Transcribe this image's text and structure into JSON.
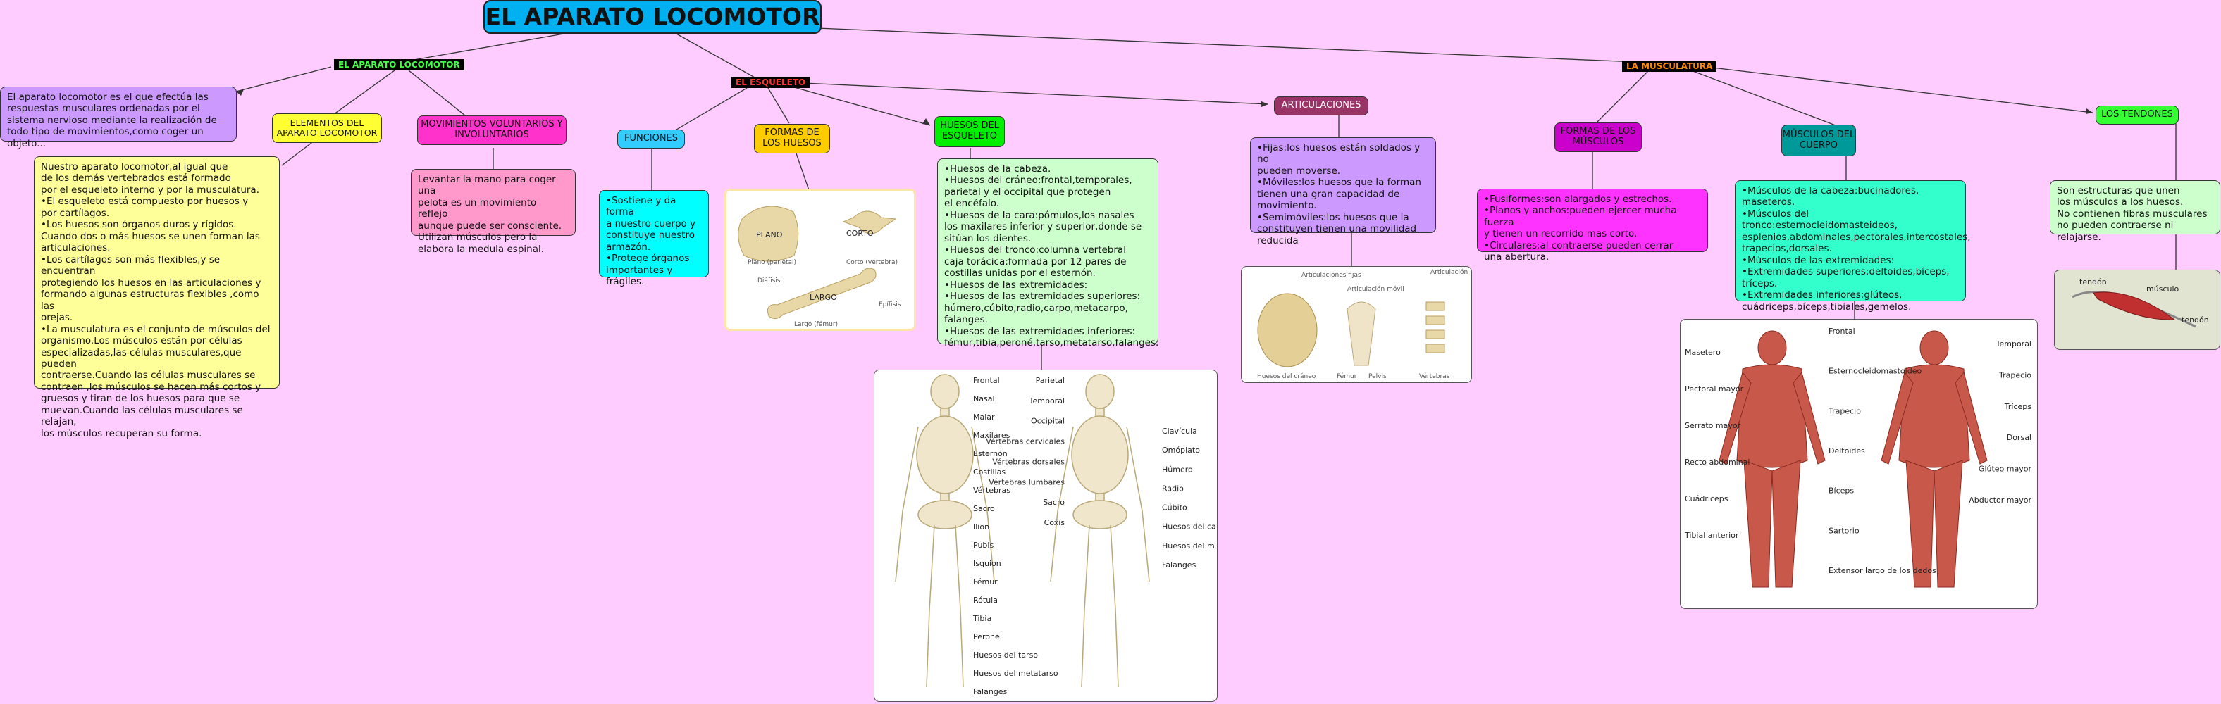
{
  "main_title": "EL APARATO LOCOMOTOR",
  "tags": {
    "aparato": "EL APARATO LOCOMOTOR",
    "esqueleto": "EL ESQUELETO",
    "musculatura": "LA MUSCULATURA"
  },
  "intro": "El aparato locomotor es el que efectúa las respuestas musculares ordenadas por el sistema nervioso mediante la realización de todo tipo de movimientos,como coger un objeto...",
  "elementos": {
    "title": "ELEMENTOS DEL APARATO LOCOMOTOR",
    "text": "Nuestro aparato locomotor,al igual que\nde los demás vertebrados está formado\npor el esqueleto interno y por la musculatura.\n•El esqueleto está compuesto por huesos y\npor cartílagos.\n•Los huesos son órganos duros y rígidos.\nCuando dos o más huesos se unen forman las\narticulaciones.\n•Los cartílagos son más flexibles,y se encuentran\nprotegiendo los huesos en las articulaciones y\nformando algunas estructuras flexibles ,como las\norejas.\n•La musculatura es el conjunto de músculos del\norganismo.Los músculos están por células\nespecializadas,las células musculares,que pueden\ncontraerse.Cuando las células musculares se\ncontraen ,los músculos se hacen más cortos y\ngruesos y tiran de los huesos para que se\nmuevan.Cuando las células musculares se relajan,\nlos músculos recuperan su forma."
  },
  "movimientos": {
    "title": "MOVIMIENTOS VOLUNTARIOS Y INVOLUNTARIOS",
    "text": "Levantar la mano para coger una\npelota es un movimiento reflejo\naunque puede ser consciente.\nUtilizan músculos pero la\nelabora la medula espinal."
  },
  "funciones": {
    "title": "FUNCIONES",
    "text": "•Sostiene y da forma\na nuestro cuerpo y\nconstituye nuestro\narmazón.\n•Protege órganos\nimportantes y\nfrágiles."
  },
  "formas_huesos": {
    "title": "FORMAS DE LOS HUESOS",
    "labels": [
      "PLANO",
      "CORTO",
      "LARGO"
    ],
    "captions": [
      "Plano (parietal)",
      "Corto (vértebra)",
      "Largo (fémur)",
      "Diáfisis",
      "Epífisis"
    ]
  },
  "huesos_esqueleto": {
    "title": "HUESOS DEL ESQUELETO",
    "text": "•Huesos de la cabeza.\n•Huesos del cráneo:frontal,temporales,\nparietal y el occipital que protegen\nel encéfalo.\n•Huesos de la cara:pómulos,los nasales\nlos maxilares inferior y superior,donde se\nsitúan los dientes.\n•Huesos del tronco:columna vertebral\ncaja torácica:formada por 12 pares de\ncostillas unidas por el esternón.\n•Huesos de las extremidades:\n•Huesos de las extremidades superiores:\nhúmero,cúbito,radio,carpo,metacarpo,\nfalanges.\n•Huesos de las extremidades inferiores:\nfémur,tibia,peroné,tarso,metatarso,falanges.",
    "skeleton_left_labels": [
      "Frontal",
      "Nasal",
      "Malar",
      "Maxilares",
      "Esternón",
      "Costillas",
      "Vértebras",
      "Sacro",
      "Ilion",
      "Pubis",
      "Isquion",
      "Fémur",
      "Rótula",
      "Tibia",
      "Peroné",
      "Huesos del tarso",
      "Huesos del metatarso",
      "Falanges"
    ],
    "skeleton_right_labels_a": [
      "Parietal",
      "Temporal",
      "Occipital",
      "Vértebras cervicales",
      "Vértebras dorsales",
      "Vértebras lumbares",
      "Sacro",
      "Coxis"
    ],
    "skeleton_right_labels_b": [
      "Clavícula",
      "Omóplato",
      "Húmero",
      "Radio",
      "Cúbito",
      "Huesos del carpo",
      "Huesos del metacarpo",
      "Falanges"
    ]
  },
  "articulaciones": {
    "title": "ARTICULACIONES",
    "text": "•Fijas:los huesos están soldados y no\npueden moverse.\n•Móviles:los huesos que la forman\ntienen una gran capacidad de\nmovimiento.\n•Semimóviles:los huesos que la\nconstituyen tienen una movilidad\n reducida",
    "img_labels": [
      "Articulaciones fijas",
      "Articulación móvil",
      "Articulación semimóvil",
      "Huesos del cráneo",
      "Fémur",
      "Pelvis",
      "Vértebras"
    ]
  },
  "formas_musculos": {
    "title": "FORMAS DE LOS MÚSCULOS",
    "text": "•Fusiformes:son alargados y estrechos.\n•Planos y anchos:pueden ejercer mucha fuerza\ny tienen un recorrido mas corto.\n•Circulares:al contraerse pueden cerrar\nuna abertura."
  },
  "musculos_cuerpo": {
    "title": "MÚSCULOS DEL CUERPO",
    "text": "•Músculos de la cabeza:bucinadores,\nmaseteros.\n•Músculos del tronco:esternocleidomasteideos,\nesplenios,abdominales,pectorales,intercostales,\ntrapecios,dorsales.\n•Músculos de las extremidades:\n•Extremidades superiores:deltoides,bíceps,\ntríceps.\n•Extremidades inferiores:glúteos,\ncuádriceps,bíceps,tibiales,gemelos.",
    "img_labels_left": [
      "Masetero",
      "Pectoral mayor",
      "Serrato mayor",
      "Recto abdominal",
      "Cuádriceps",
      "Tibial anterior"
    ],
    "img_labels_mid": [
      "Frontal",
      "Esternocleidomastoideo",
      "Trapecio",
      "Deltoides",
      "Bíceps",
      "Sartorio",
      "Extensor largo de los dedos"
    ],
    "img_labels_right": [
      "Temporal",
      "Trapecio",
      "Tríceps",
      "Dorsal",
      "Glúteo mayor",
      "Abductor mayor"
    ]
  },
  "tendones": {
    "title": "LOS TENDONES",
    "text": "Son estructuras que unen\nlos músculos a los huesos.\nNo contienen fibras musculares\nno pueden contraerse ni relajarse.",
    "img_labels": [
      "tendón",
      "músculo",
      "tendón"
    ]
  }
}
